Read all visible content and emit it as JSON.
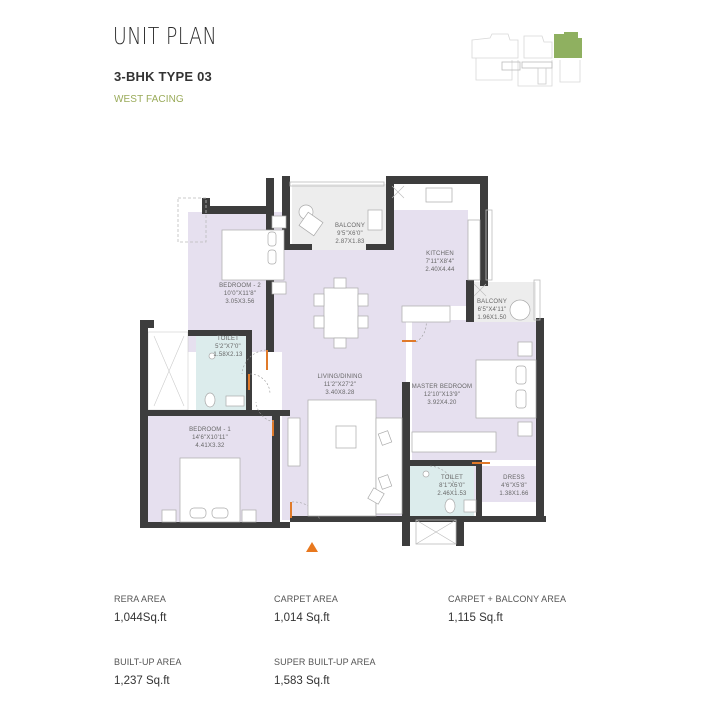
{
  "header": {
    "title": "UNIT PLAN",
    "unit_type": "3-BHK TYPE 03",
    "facing": "WEST FACING"
  },
  "colors": {
    "accent_green": "#9aab5a",
    "keyplan_highlight": "#8fb060",
    "room_fill": "#e6e0ef",
    "wet_area_fill": "#dcecec",
    "balcony_fill": "#eeeeee",
    "wall": "#3d3d3d",
    "door_accent": "#e07a2a",
    "entrance_marker": "#e8781e"
  },
  "key_plan": {
    "icon": "key-plan-building-icon",
    "highlighted_unit": "top-right"
  },
  "rooms": [
    {
      "name": "BALCONY",
      "dim_ft": "9'5\"X6'0\"",
      "dim_m": "2.87X1.83"
    },
    {
      "name": "KITCHEN",
      "dim_ft": "7'11\"X8'4\"",
      "dim_m": "2.40X4.44"
    },
    {
      "name": "BEDROOM - 2",
      "dim_ft": "10'0\"X11'8\"",
      "dim_m": "3.05X3.56"
    },
    {
      "name": "BALCONY",
      "dim_ft": "6'5\"X4'11\"",
      "dim_m": "1.96X1.50"
    },
    {
      "name": "TOILET",
      "dim_ft": "5'2\"X7'0\"",
      "dim_m": "1.58X2.13"
    },
    {
      "name": "LIVING/DINING",
      "dim_ft": "11'2\"X27'2\"",
      "dim_m": "3.40X8.28"
    },
    {
      "name": "MASTER BEDROOM",
      "dim_ft": "12'10\"X13'9\"",
      "dim_m": "3.92X4.20"
    },
    {
      "name": "BEDROOM - 1",
      "dim_ft": "14'6\"X10'11\"",
      "dim_m": "4.41X3.32"
    },
    {
      "name": "TOILET",
      "dim_ft": "8'1\"X5'0\"",
      "dim_m": "2.46X1.53"
    },
    {
      "name": "DRESS",
      "dim_ft": "4'6\"X5'8\"",
      "dim_m": "1.38X1.66"
    }
  ],
  "areas": [
    {
      "label": "RERA AREA",
      "value": "1,044Sq.ft"
    },
    {
      "label": "CARPET AREA",
      "value": "1,014 Sq.ft"
    },
    {
      "label": "CARPET + BALCONY AREA",
      "value": "1,115 Sq.ft"
    },
    {
      "label": "BUILT-UP AREA",
      "value": "1,237 Sq.ft"
    },
    {
      "label": "SUPER BUILT-UP AREA",
      "value": "1,583 Sq.ft"
    }
  ]
}
